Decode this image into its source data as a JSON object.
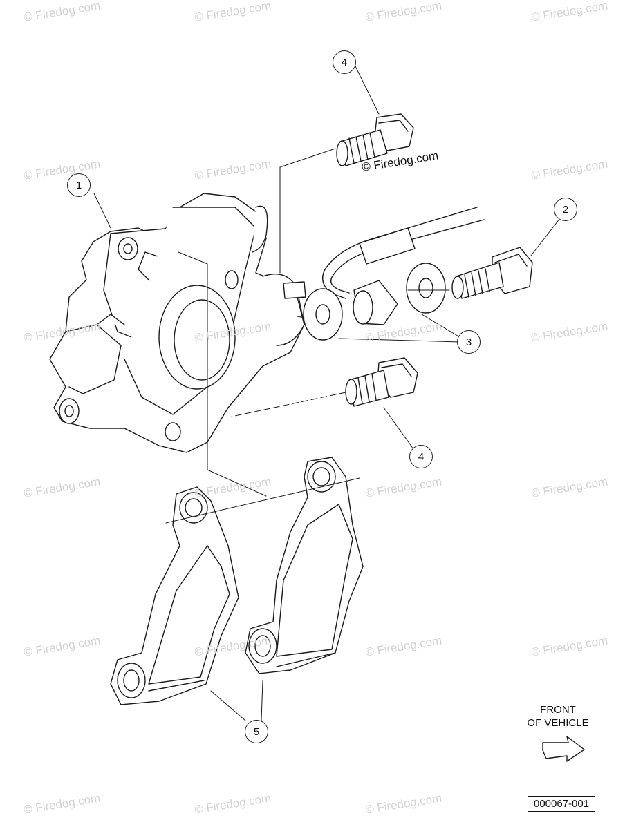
{
  "watermark": {
    "text": "© Firedog.com",
    "color": "#d2d2d2"
  },
  "center_watermark": "© Firedog.com",
  "callouts": [
    {
      "number": "1"
    },
    {
      "number": "2"
    },
    {
      "number": "3"
    },
    {
      "number": "4"
    },
    {
      "number": "4"
    },
    {
      "number": "5"
    }
  ],
  "direction": {
    "line1": "FRONT",
    "line2": "OF VEHICLE",
    "arrow_icon": "arrow-right-icon"
  },
  "figure_id": "000067-001"
}
